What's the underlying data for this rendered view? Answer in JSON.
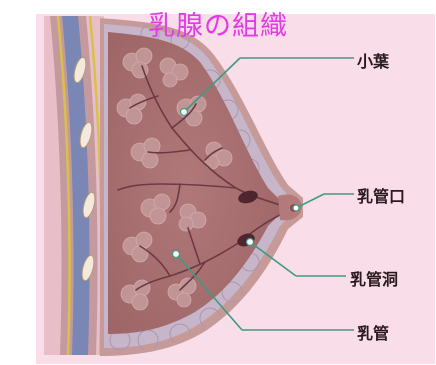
{
  "title": "乳腺の組織",
  "labels": {
    "lobule": "小葉",
    "duct_orifice": "乳管口",
    "lactiferous_sinus": "乳管洞",
    "duct": "乳管"
  },
  "colors": {
    "background": "#f9dde8",
    "title": "#e23ce4",
    "tissue": "#a46c6c",
    "fat": "#c7b6c9",
    "skin": "#c79a9a",
    "rib_band": "#7a86b3",
    "muscle_line": "#d8c14a",
    "leader_line": "#3f9a82"
  }
}
